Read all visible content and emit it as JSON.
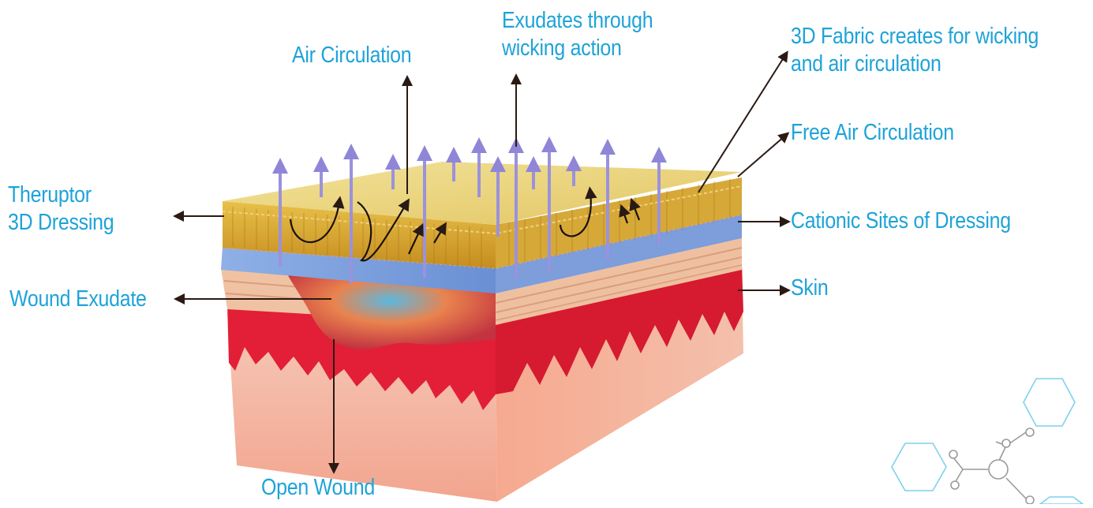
{
  "colors": {
    "label": "#1ea3d8",
    "arrow": "#2a1a14",
    "dressing_top": "#ead67c",
    "dressing_side": "#d4a52c",
    "cationic_layer": "#6f93d6",
    "skin": "#f0b8a0",
    "blood": "#e1223a",
    "tissue": "#f7b9a5",
    "wound": "#e8774a",
    "hex": "#7fd0ee"
  },
  "labels": {
    "air_circulation": "Air Circulation",
    "exudates_line1": "Exudates through",
    "exudates_line2": "wicking action",
    "fabric_line1": "3D Fabric creates for wicking",
    "fabric_line2": "and air circulation",
    "free_air": "Free Air Circulation",
    "theruptor_line1": "Theruptor",
    "theruptor_line2": "3D Dressing",
    "cationic": "Cationic Sites of Dressing",
    "wound_exudate": "Wound Exudate",
    "skin": "Skin",
    "open_wound": "Open Wound"
  },
  "decor": {
    "molecule": "hexagon-molecule-icon"
  }
}
